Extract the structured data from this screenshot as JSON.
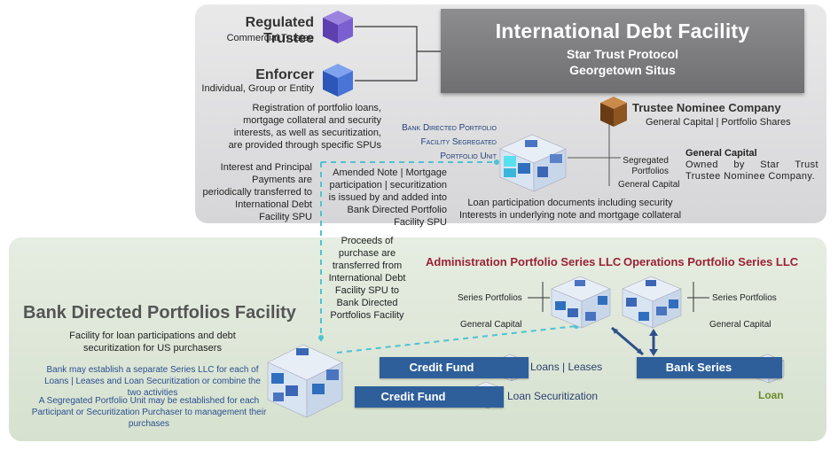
{
  "header": {
    "title": "International Debt Facility",
    "line2": "Star Trust Protocol",
    "line3": "Georgetown Situs"
  },
  "regulated_trustee": {
    "title": "Regulated Trustee",
    "subtitle": "Commercial Trustee"
  },
  "enforcer": {
    "title": "Enforcer",
    "subtitle": "Individual, Group or Entity"
  },
  "trustee_nominee": {
    "title": "Trustee Nominee Company",
    "subtitle": "General Capital | Portfolio Shares"
  },
  "registration_text": "Registration of portfolio loans, mortgage collateral and security interests, as well as securitization, are provided through specific SPUs",
  "bdp_unit_label": {
    "line1": "Bank Directed Portfolio",
    "line2": "Facility Segregated",
    "line3": "Portfolio Unit"
  },
  "interest_text": "Interest and Principal Payments are periodically transferred to International Debt Facility SPU",
  "amended_note_text": "Amended Note  | Mortgage participation | securitization is issued by and added into Bank Directed Portfolio Facility SPU",
  "segregated_portfolios_label": "Segregated Portfolios",
  "general_capital_label": "General Capital",
  "general_capital_box": {
    "title": "General Capital",
    "body": "Owned by Star Trust Trustee Nominee Company."
  },
  "loan_participation_text": "Loan participation documents including security Interests in underlying note and mortgage collateral",
  "proceeds_text": "Proceeds of purchase are transferred from International Debt Facility SPU to Bank Directed Portfolios Facility",
  "admin_series": {
    "title": "Administration Portfolio Series LLC",
    "series_label": "Series Portfolios",
    "capital_label": "General Capital"
  },
  "ops_series": {
    "title": "Operations Portfolio Series LLC",
    "series_label": "Series Portfolios",
    "capital_label": "General Capital"
  },
  "bdpf": {
    "title": "Bank Directed Portfolios Facility",
    "subtitle": "Facility for loan participations and debt securitization for US purchasers",
    "note1": "Bank may establish a separate Series LLC for each of Loans | Leases and Loan Securitization or combine the two activities",
    "note2": "A Segregated Portfolio Unit may be established for each Participant or Securitization Purchaser to management their purchases"
  },
  "credit_fund_1": {
    "label": "Credit Fund",
    "side": "Loans | Leases"
  },
  "credit_fund_2": {
    "label": "Credit Fund",
    "side": "Loan Securitization"
  },
  "bank_series": {
    "label": "Bank Series",
    "loan": "Loan"
  },
  "colors": {
    "accent_blue": "#2e5f9a",
    "title_red": "#9b2135",
    "dashed_cyan": "#4cc3d4",
    "cube_purple": "#6e4fb8",
    "cube_blue": "#3a66c4",
    "cube_brown": "#7a4a1e"
  }
}
